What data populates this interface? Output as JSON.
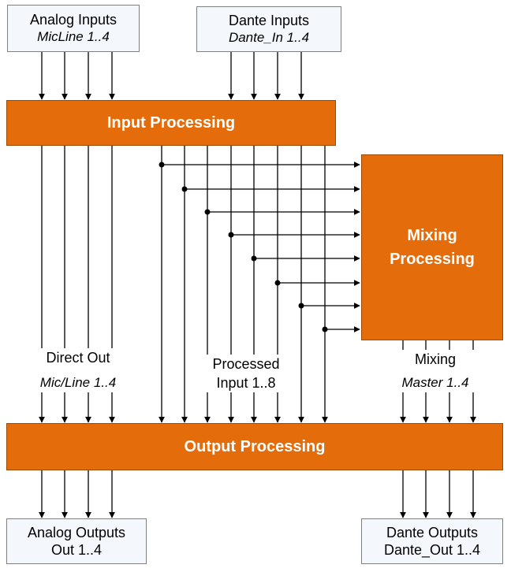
{
  "analog_inputs": {
    "title": "Analog Inputs",
    "subtitle": "MicLine 1..4"
  },
  "dante_inputs": {
    "title": "Dante Inputs",
    "subtitle": "Dante_In 1..4"
  },
  "input_processing": {
    "label": "Input Processing"
  },
  "mixing_processing": {
    "label_line1": "Mixing",
    "label_line2": "Processing"
  },
  "direct_out": {
    "label": "Direct Out",
    "sub": "Mic/Line 1..4"
  },
  "processed_input": {
    "label": "Processed",
    "sub": "Input 1..8"
  },
  "mixing_master": {
    "label": "Mixing",
    "sub": "Master 1..4"
  },
  "output_processing": {
    "label": "Output Processing"
  },
  "analog_outputs": {
    "title": "Analog Outputs",
    "subtitle": "Out 1..4"
  },
  "dante_outputs": {
    "title": "Dante Outputs",
    "subtitle": "Dante_Out 1..4"
  },
  "colors": {
    "accent": "#e46c0a",
    "box_fill": "#f4f7fc",
    "line": "#000000"
  }
}
